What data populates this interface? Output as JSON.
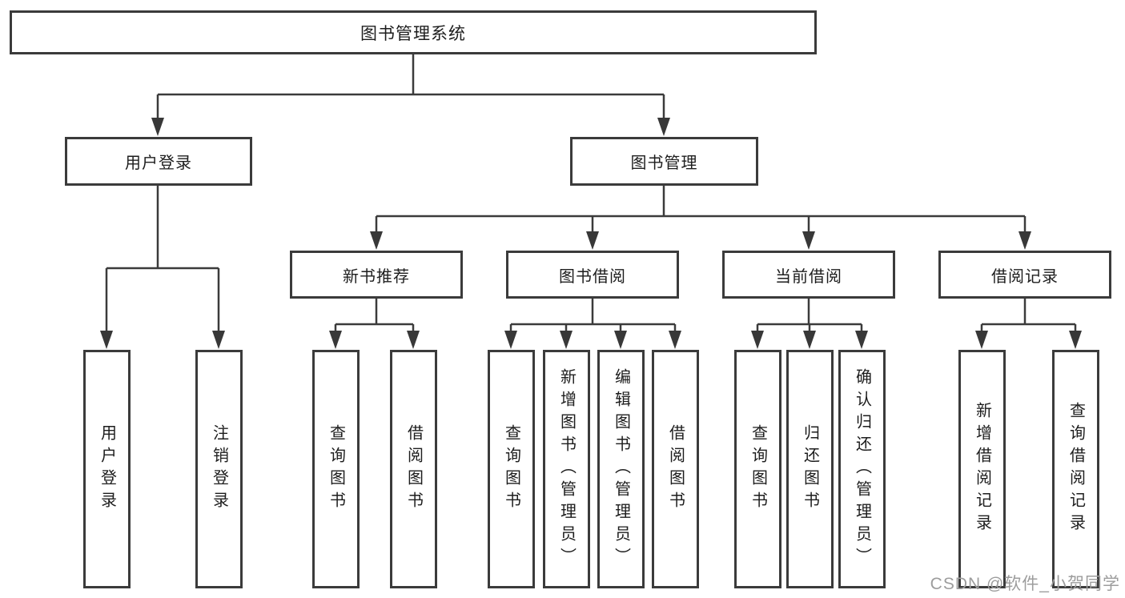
{
  "diagram": {
    "title": "图书管理系统",
    "level2": [
      {
        "label": "用户登录",
        "children": [
          "用户登录",
          "注销登录"
        ]
      },
      {
        "label": "图书管理"
      }
    ],
    "level3": [
      {
        "label": "新书推荐",
        "children": [
          "查询图书",
          "借阅图书"
        ]
      },
      {
        "label": "图书借阅",
        "children": [
          "查询图书",
          "新增图书（管理员）",
          "编辑图书（管理员）",
          "借阅图书"
        ]
      },
      {
        "label": "当前借阅",
        "children": [
          "查询图书",
          "归还图书",
          "确认归还（管理员）"
        ]
      },
      {
        "label": "借阅记录",
        "children": [
          "新增借阅记录",
          "查询借阅记录"
        ]
      }
    ],
    "colors": {
      "line": "#3b3b3b",
      "text": "#1d1d1d",
      "background": "#ffffff",
      "watermark": "#9d9d9d"
    }
  },
  "watermark": {
    "text": "CSDN @软件_小贺同学"
  }
}
